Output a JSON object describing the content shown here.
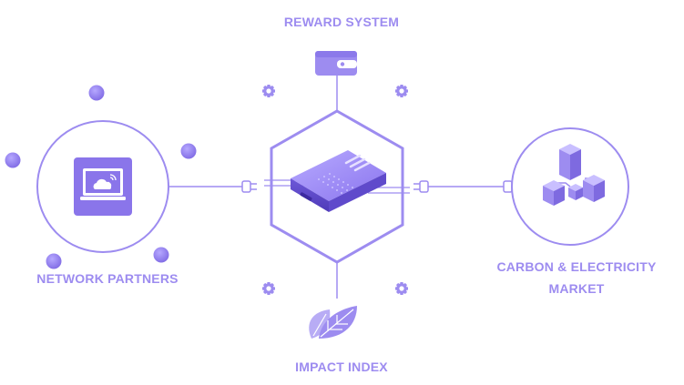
{
  "labels": {
    "reward_system": "REWARD SYSTEM",
    "impact_index": "IMPACT INDEX",
    "network_partners": "NETWORK PARTNERS",
    "carbon_market": "CARBON & ELECTRICITY MARKET"
  },
  "colors": {
    "primary": "#9d8cf0",
    "primary_dark": "#7e6ae0",
    "background": "#ffffff"
  },
  "icons": {
    "reward": "wallet-icon",
    "impact": "leaf-icon",
    "network": "laptop-cloud-icon",
    "market": "cubes-icon",
    "center": "device-icon",
    "gears": "gear-icon"
  }
}
